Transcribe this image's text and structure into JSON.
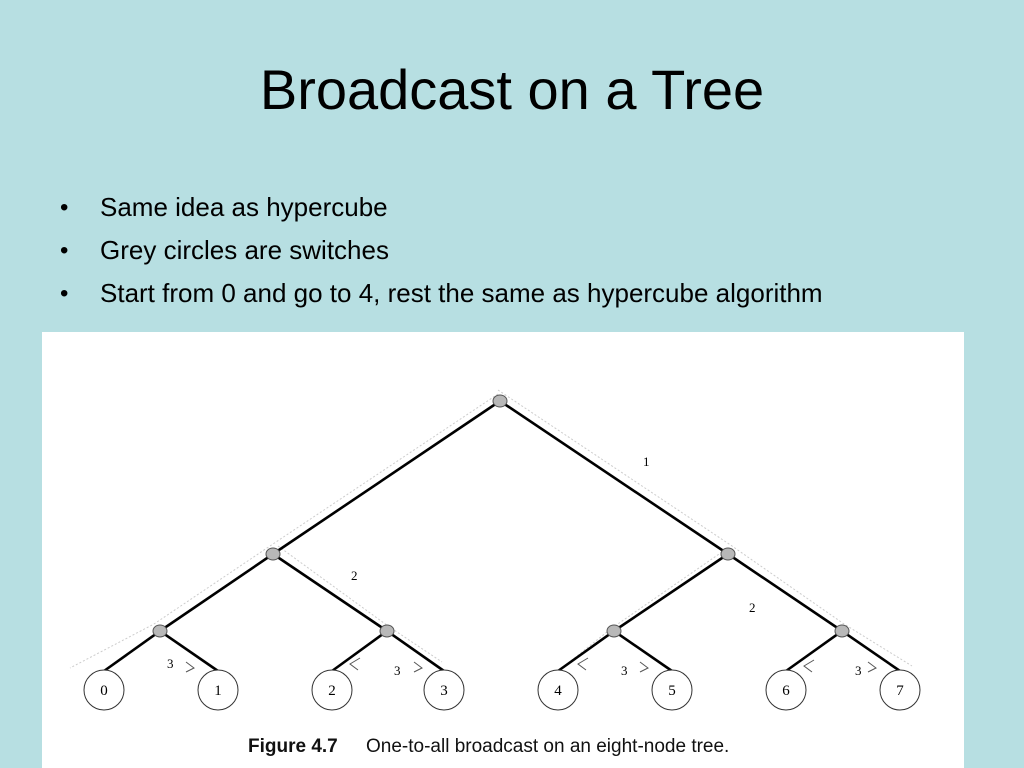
{
  "slide": {
    "title": "Broadcast on a Tree",
    "bullets": [
      "Same idea as hypercube",
      "Grey circles are switches",
      "Start from 0 and go to 4, rest the same as hypercube algorithm"
    ]
  },
  "figure": {
    "node_labels": [
      "0",
      "1",
      "2",
      "3",
      "4",
      "5",
      "6",
      "7"
    ],
    "step_labels": [
      "1",
      "2",
      "2",
      "3",
      "3",
      "3",
      "3"
    ],
    "caption_number": "Figure 4.7",
    "caption_text": "One-to-all broadcast on an eight-node tree.",
    "colors": {
      "background": "#b7dfe2",
      "panel": "#ffffff",
      "switch": "#b8b8b8"
    }
  }
}
